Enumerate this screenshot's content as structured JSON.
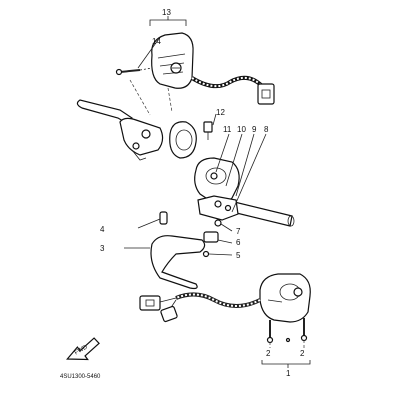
{
  "callouts": {
    "c1": "1",
    "c2a": "2",
    "c2b": "2",
    "c3": "3",
    "c4": "4",
    "c5": "5",
    "c6": "6",
    "c7": "7",
    "c8": "8",
    "c9": "9",
    "c10": "10",
    "c11": "11",
    "c12": "12",
    "c13": "13",
    "c14": "14"
  },
  "fwd_label": "FWD",
  "diagram_code": "4SU1300-5460"
}
